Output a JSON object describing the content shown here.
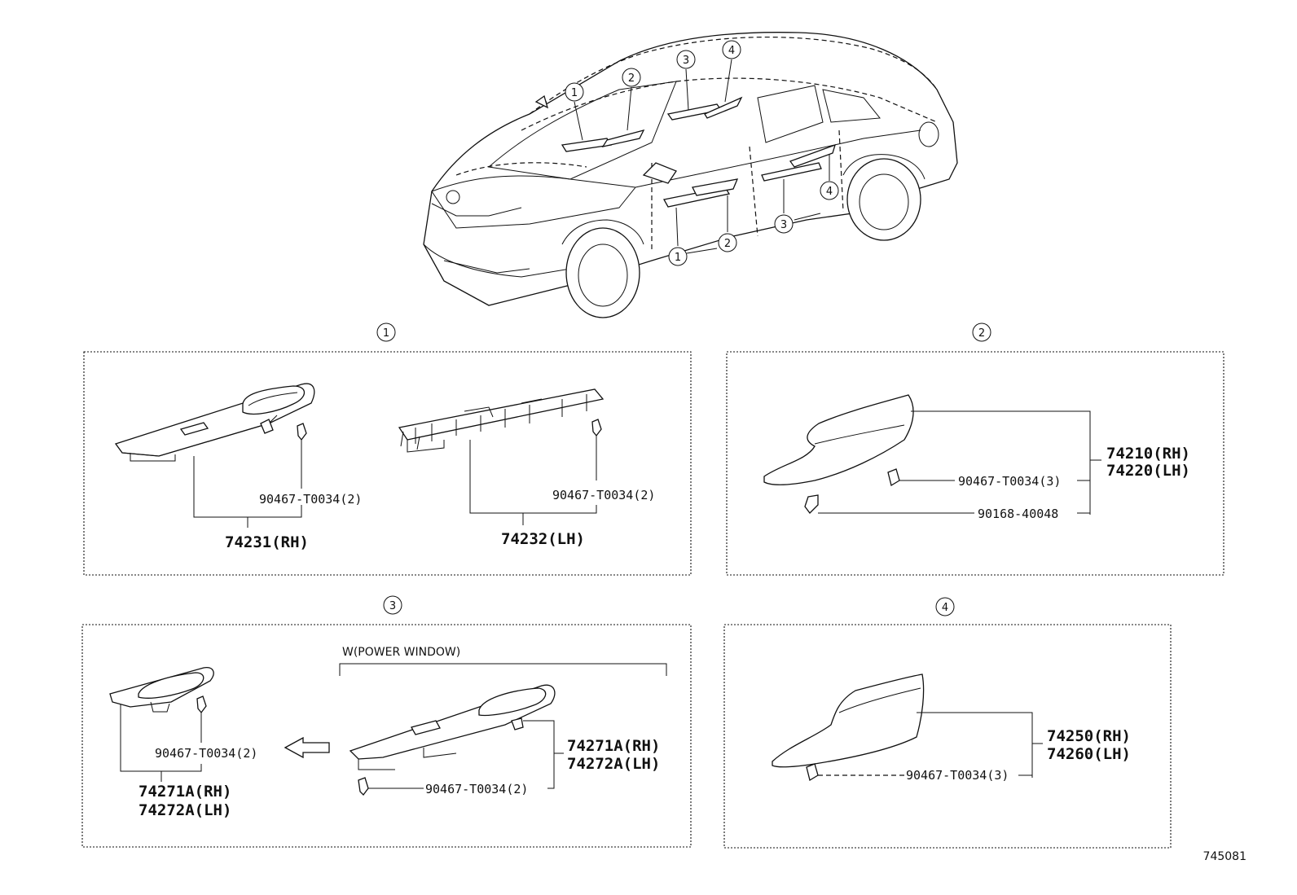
{
  "diagram_id": "745081",
  "callouts": [
    "1",
    "2",
    "3",
    "4"
  ],
  "panel1": {
    "number": "1",
    "left_clip": "90467-T0034(2)",
    "left_part": "74231(RH)",
    "right_clip": "90467-T0034(2)",
    "right_part": "74232(LH)"
  },
  "panel2": {
    "number": "2",
    "part_rh": "74210(RH)",
    "part_lh": "74220(LH)",
    "clip": "90467-T0034(3)",
    "bolt": "90168-40048"
  },
  "panel3": {
    "number": "3",
    "option_label": "W(POWER WINDOW)",
    "left_clip": "90467-T0034(2)",
    "left_part_rh": "74271A(RH)",
    "left_part_lh": "74272A(LH)",
    "right_part_rh": "74271A(RH)",
    "right_part_lh": "74272A(LH)",
    "right_clip": "90467-T0034(2)"
  },
  "panel4": {
    "number": "4",
    "part_rh": "74250(RH)",
    "part_lh": "74260(LH)",
    "clip": "90467-T0034(3)"
  }
}
